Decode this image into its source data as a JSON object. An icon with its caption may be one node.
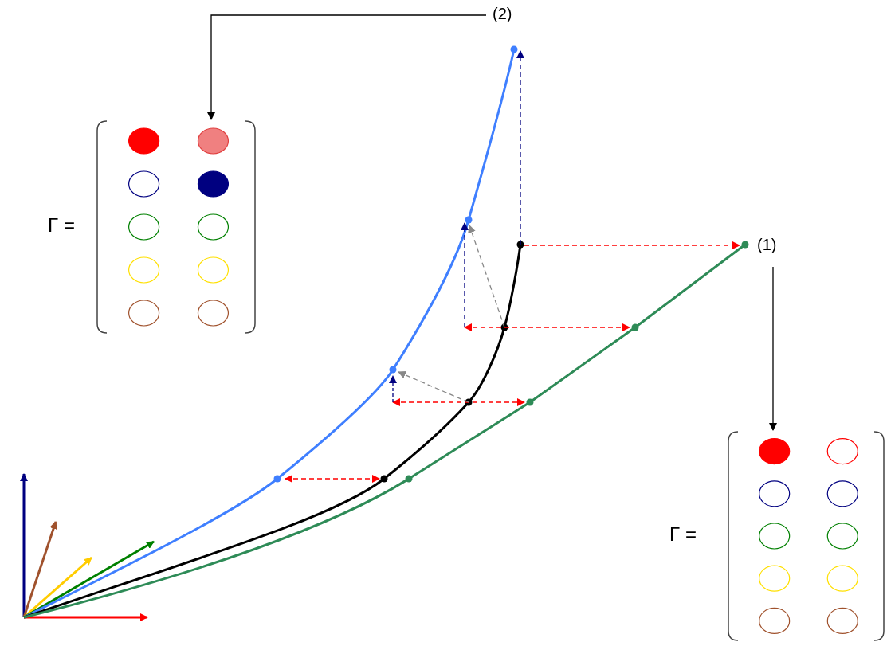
{
  "diagram": {
    "nodes": [
      {
        "text": [
          "(2)"
        ]
      },
      {
        "text": [],
        "shape": "matrix",
        "beside": [
          "Γ ="
        ]
      },
      {
        "text": [
          "(1)"
        ]
      },
      {
        "text": [],
        "shape": "matrix",
        "beside": [
          "Γ ="
        ]
      }
    ],
    "edges": [
      {
        "from": 0,
        "to": 1,
        "arrow": "to"
      },
      {
        "from": 2,
        "to": 3,
        "arrow": "to"
      }
    ]
  }
}
